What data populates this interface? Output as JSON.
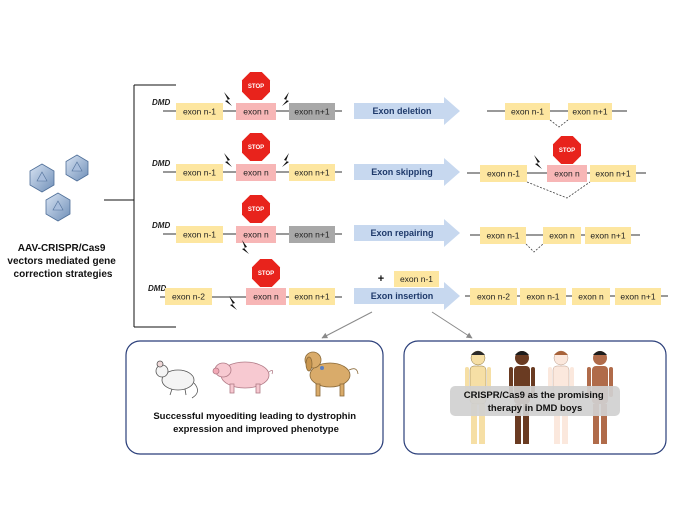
{
  "left_label": {
    "lines": [
      "AAV-CRISPR/Cas9",
      "vectors mediated gene",
      "correction strategies"
    ]
  },
  "gene_name": "DMD",
  "stop_text": "STOP",
  "plus_sign": "+",
  "rows": [
    {
      "gene": "DMD",
      "exons": [
        "exon n-1",
        "exon n",
        "exon n+1"
      ],
      "strategy": "Exon deletion",
      "result": [
        "exon n-1",
        "exon n+1"
      ]
    },
    {
      "gene": "DMD",
      "exons": [
        "exon n-1",
        "exon n",
        "exon n+1"
      ],
      "strategy": "Exon skipping",
      "result": [
        "exon n-1",
        "exon n",
        "exon n+1"
      ]
    },
    {
      "gene": "DMD",
      "exons": [
        "exon n-1",
        "exon n",
        "exon n+1"
      ],
      "strategy": "Exon repairing",
      "result": [
        "exon n-1",
        "exon n",
        "exon n+1"
      ]
    },
    {
      "gene": "DMD",
      "exons": [
        "exon n-2",
        "exon n",
        "exon n+1"
      ],
      "strategy": "Exon insertion",
      "insert": "exon n-1",
      "result": [
        "exon n-2",
        "exon n-1",
        "exon n",
        "exon n+1"
      ]
    }
  ],
  "bottom_left_caption": [
    "Successful myoediting leading to dystrophin",
    "expression and improved phenotype"
  ],
  "bottom_right_caption": [
    "CRISPR/Cas9 as the promising",
    "therapy in DMD boys"
  ],
  "colors": {
    "exon_yellow": "#fde6a0",
    "exon_pink": "#f7b6b6",
    "exon_gray": "#a8a8a8",
    "stop_red": "#e8231c",
    "arrow_blue": "#c7d8ef",
    "panel_border": "#2b3f7a"
  }
}
